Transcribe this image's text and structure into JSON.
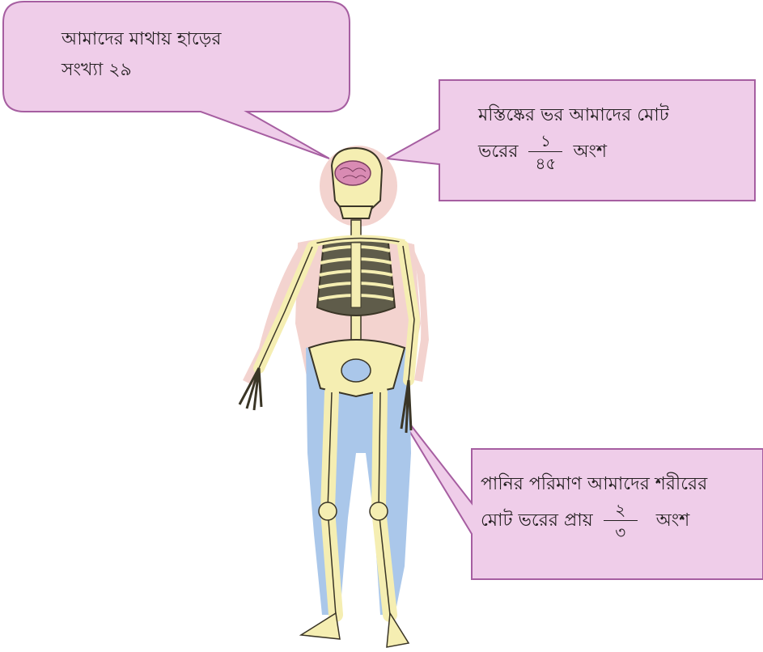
{
  "callouts": {
    "skull_bones": {
      "line1": "আমাদের মাথায় হাড়ের",
      "line2": "সংখ্যা ২৯"
    },
    "brain_weight": {
      "line1": "মস্তিষ্কের ভর আমাদের মোট",
      "prefix": "ভরের",
      "numerator": "১",
      "denominator": "৪৫",
      "suffix": "অংশ"
    },
    "water_amount": {
      "line1": "পানির পরিমাণ আমাদের শরীরের",
      "prefix": "মোট ভরের প্রায়",
      "numerator": "২",
      "denominator": "৩",
      "suffix": "অংশ"
    }
  },
  "colors": {
    "callout_fill": "#efcde9",
    "callout_stroke": "#a65ea1",
    "bone": "#f5eeb2",
    "bone_outline": "#3a3526",
    "body_pink": "#f3d3cf",
    "body_water": "#aac7ea",
    "brain": "#d98bb3"
  }
}
